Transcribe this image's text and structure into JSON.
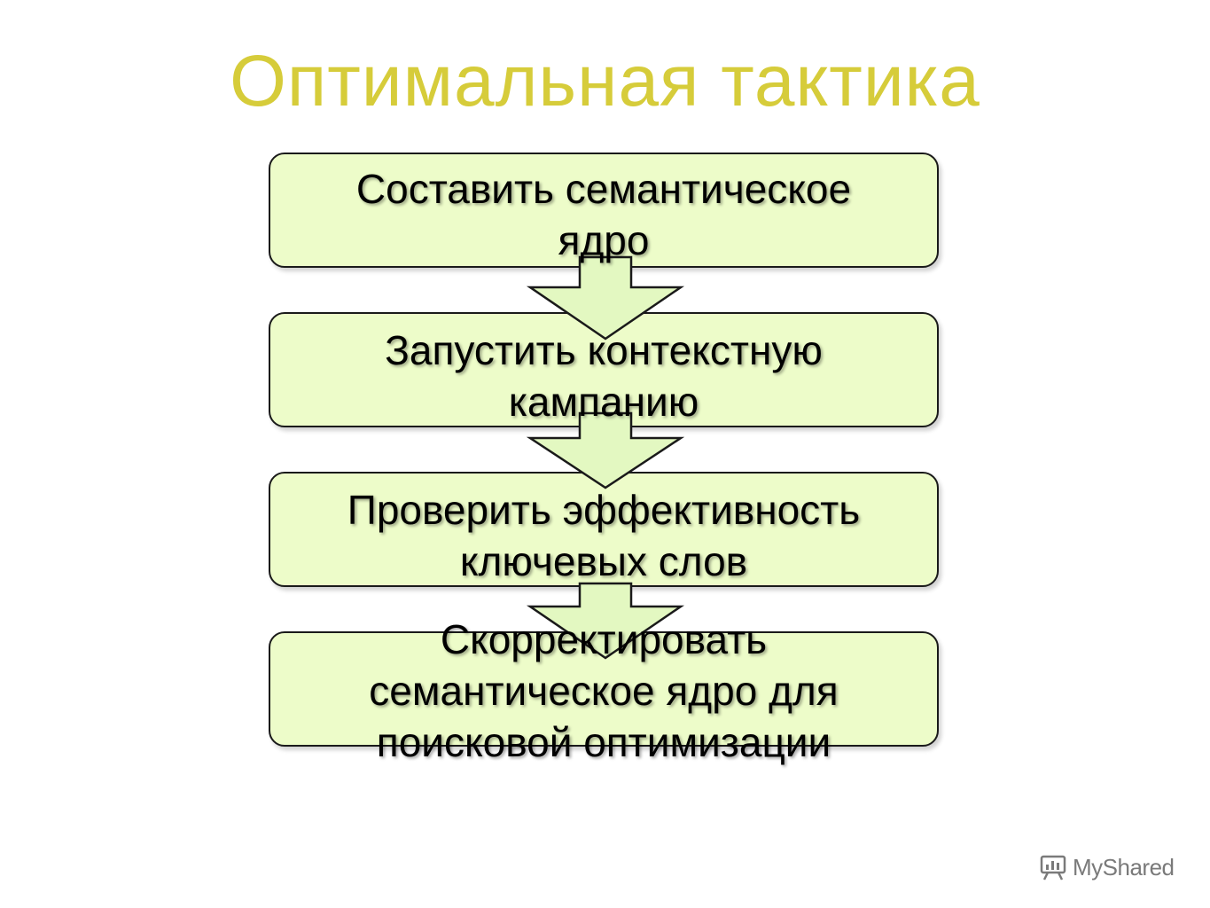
{
  "title": "Оптимальная тактика",
  "colors": {
    "title": "#d6cc3a",
    "box_fill": "#edfcc9",
    "box_border": "#1a1a1a",
    "arrow_fill": "#e3f8c1",
    "arrow_stroke": "#1a1a1a",
    "watermark": "#7a7a7a"
  },
  "steps": [
    {
      "text": "Составить семантическое\nядро"
    },
    {
      "text": "Запустить контекстную\nкампанию"
    },
    {
      "text": "Проверить эффективность\nключевых слов"
    },
    {
      "text": "Скорректировать\nсемантическое ядро для\nпоисковой оптимизации"
    }
  ],
  "connectors": [
    {
      "from": "Составить семантическое ядро",
      "to": "Запустить контекстную кампанию",
      "icon": "arrow-down-icon"
    },
    {
      "from": "Запустить контекстную кампанию",
      "to": "Проверить эффективность ключевых слов",
      "icon": "arrow-down-icon"
    },
    {
      "from": "Проверить эффективность ключевых слов",
      "to": "Скорректировать семантическое ядро для поисковой оптимизации",
      "icon": "arrow-down-icon"
    }
  ],
  "watermark": {
    "icon": "presentation-board-icon",
    "text": "MyShared"
  }
}
